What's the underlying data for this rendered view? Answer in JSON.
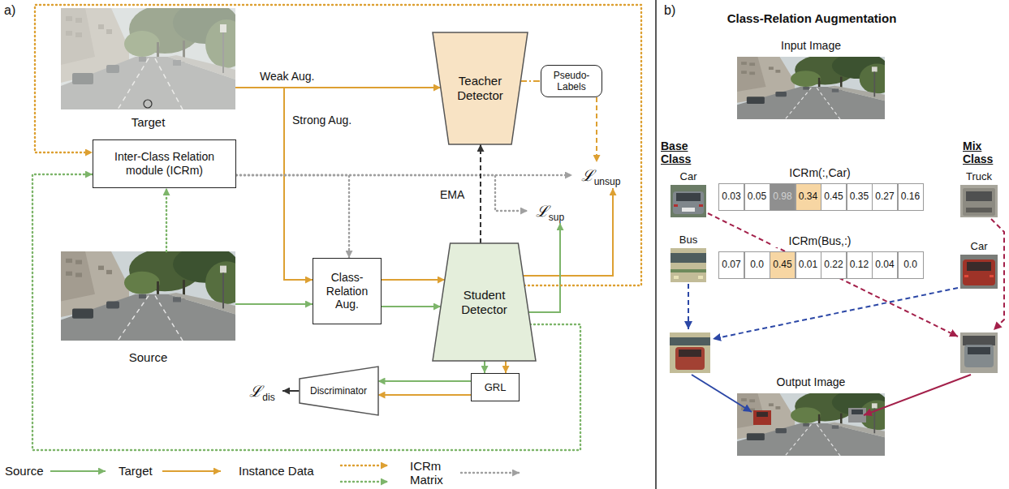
{
  "diagram": {
    "nodes": [
      {
        "text": [
          "Target"
        ]
      },
      {
        "text": [
          "Teacher Detector"
        ]
      },
      {
        "text": [
          "Pseudo-Labels"
        ]
      },
      {
        "text": [
          "Inter-Class Relation module (ICRm)"
        ]
      },
      {
        "text": [
          "Source"
        ]
      },
      {
        "text": [
          "Class-Relation Aug."
        ]
      },
      {
        "text": [
          "Student Detector"
        ]
      },
      {
        "text": [
          "Discriminator"
        ]
      },
      {
        "text": [
          "GRL"
        ]
      },
      {
        "text": [
          "ℒ",
          "unsup"
        ]
      },
      {
        "text": [
          "ℒ",
          "sup"
        ]
      },
      {
        "text": [
          "ℒ",
          "dis"
        ]
      },
      {
        "text": [
          "Input Image"
        ]
      },
      {
        "text": [
          "Car"
        ]
      },
      {
        "text": [
          "Truck"
        ]
      },
      {
        "text": [
          "Bus"
        ]
      },
      {
        "text": [
          "Car"
        ]
      },
      {
        "text": [
          "Output Image"
        ]
      }
    ],
    "edges": [
      {
        "from": 0,
        "to": 1,
        "arrow": "to",
        "label": "Weak Aug."
      },
      {
        "from": 0,
        "to": 5,
        "arrow": "to",
        "label": "Strong Aug."
      },
      {
        "from": 1,
        "to": 2,
        "arrow": "none"
      },
      {
        "from": 2,
        "to": 9,
        "arrow": "to"
      },
      {
        "from": 3,
        "to": 9,
        "arrow": "to"
      },
      {
        "from": 3,
        "to": 5,
        "arrow": "to"
      },
      {
        "from": 3,
        "to": 10,
        "arrow": "to"
      },
      {
        "from": 4,
        "to": 3,
        "arrow": "to"
      },
      {
        "from": 4,
        "to": 5,
        "arrow": "to"
      },
      {
        "from": 5,
        "to": 6,
        "arrow": "to"
      },
      {
        "from": 5,
        "to": 6,
        "arrow": "to"
      },
      {
        "from": 6,
        "to": 1,
        "arrow": "to",
        "label": "EMA"
      },
      {
        "from": 6,
        "to": 9,
        "arrow": "to"
      },
      {
        "from": 6,
        "to": 10,
        "arrow": "to"
      },
      {
        "from": 6,
        "to": 3,
        "arrow": "to"
      },
      {
        "from": 6,
        "to": 3,
        "arrow": "to"
      },
      {
        "from": 6,
        "to": 8,
        "arrow": "to"
      },
      {
        "from": 6,
        "to": 8,
        "arrow": "to"
      },
      {
        "from": 8,
        "to": 7,
        "arrow": "to"
      },
      {
        "from": 8,
        "to": 7,
        "arrow": "to"
      },
      {
        "from": 7,
        "to": 11,
        "arrow": "to"
      }
    ],
    "labels": [
      "a)",
      "b)",
      "Class-Relation Augmentation",
      "Base Class",
      "Mix Class",
      "ICRm(:,Car)",
      "0.03",
      "0.05",
      "0.98",
      "0.34",
      "0.45",
      "0.35",
      "0.27",
      "0.16",
      "ICRm(Bus,:)",
      "0.07",
      "0.0",
      "0.45",
      "0.01",
      "0.22",
      "0.12",
      "0.04",
      "0.0"
    ],
    "legend": [
      {
        "text": "Source"
      },
      {
        "text": "Target"
      },
      {
        "text": "Instance Data"
      },
      {
        "text": "ICRm Matrix"
      }
    ]
  }
}
